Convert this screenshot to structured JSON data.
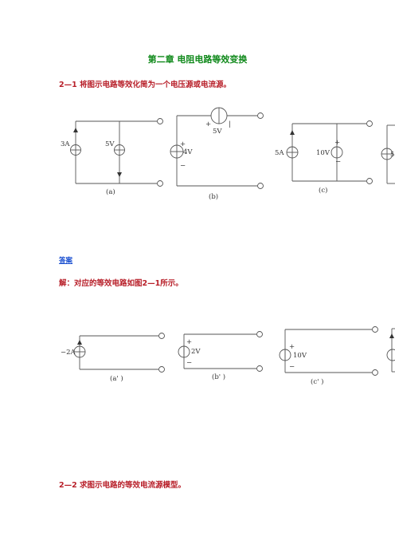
{
  "chapter_title": "第二章 电阻电路等效变换",
  "problem_1": {
    "text": "2—1 将图示电路等效化简为一个电压源或电流源。"
  },
  "answer_link": "答案",
  "solution": {
    "text": "解：对应的等效电路如图2—1所示。"
  },
  "problem_2": {
    "text": "2—2 求图示电路的等效电流源模型。"
  },
  "figure_problem": {
    "a": {
      "left_source": "3A",
      "right_source": "5V",
      "caption": "(a)"
    },
    "b": {
      "series_source": "5V",
      "plus": "+",
      "series_mark": "|",
      "shunt_source": "4V",
      "shunt_plus": "+",
      "shunt_minus": "−",
      "caption": "(b)"
    },
    "c": {
      "left_source": "5A",
      "right_source": "10V",
      "plus": "+",
      "minus": "−",
      "caption": "(c)"
    },
    "d": {
      "partial_label": "5"
    }
  },
  "figure_answer": {
    "a": {
      "source": "−2A",
      "caption": "(a' )"
    },
    "b": {
      "source": "2V",
      "plus": "+",
      "minus": "−",
      "caption": "(b' )"
    },
    "c": {
      "source": "10V",
      "plus": "+",
      "minus": "−",
      "caption": "(c' )"
    }
  }
}
